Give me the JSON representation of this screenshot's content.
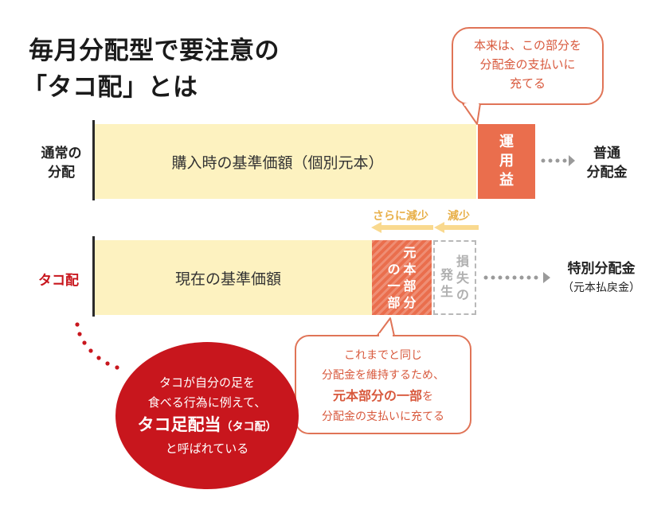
{
  "title": {
    "line1": "毎月分配型で要注意の",
    "line2": "「タコ配」とは"
  },
  "top_callout": {
    "lines": [
      "本来は、この部分を",
      "分配金の支払いに",
      "充てる"
    ]
  },
  "normal_row": {
    "label_lines": [
      "通常の",
      "分配"
    ],
    "bar_text": "購入時の基準価額（個別元本）",
    "profit_chars": [
      "運",
      "用",
      "益"
    ],
    "result_lines": [
      "普通",
      "分配金"
    ]
  },
  "decrease_labels": {
    "more_decrease": "さらに減少",
    "decrease": "減少"
  },
  "tako_row": {
    "label": "タコ配",
    "bar_text": "現在の基準価額",
    "principal_col1": [
      "元",
      "本",
      "部",
      "分"
    ],
    "principal_col2": [
      "の",
      "一",
      "部"
    ],
    "loss_col1": [
      "損",
      "失",
      "の"
    ],
    "loss_col2": [
      "発",
      "生"
    ],
    "result_line1": "特別分配金",
    "result_line2": "（元本払戻金）"
  },
  "bottom_callout": {
    "line1": "これまでと同じ",
    "line2": "分配金を維持するため、",
    "line3_bold": "元本部分の一部",
    "line3_rest": "を",
    "line4": "分配金の支払いに充てる"
  },
  "red_ellipse": {
    "line1": "タコが自分の足を",
    "line2": "食べる行為に例えて、",
    "line3_bold": "タコ足配当",
    "line3_paren": "（タコ配）",
    "line4": "と呼ばれている"
  },
  "colors": {
    "accent_red": "#c8161d",
    "profit_orange": "#ea6e4d",
    "bar_yellow": "#fdf2c0",
    "arrow_light": "#f9d98f",
    "dotted_gray": "#9a9a9a"
  }
}
